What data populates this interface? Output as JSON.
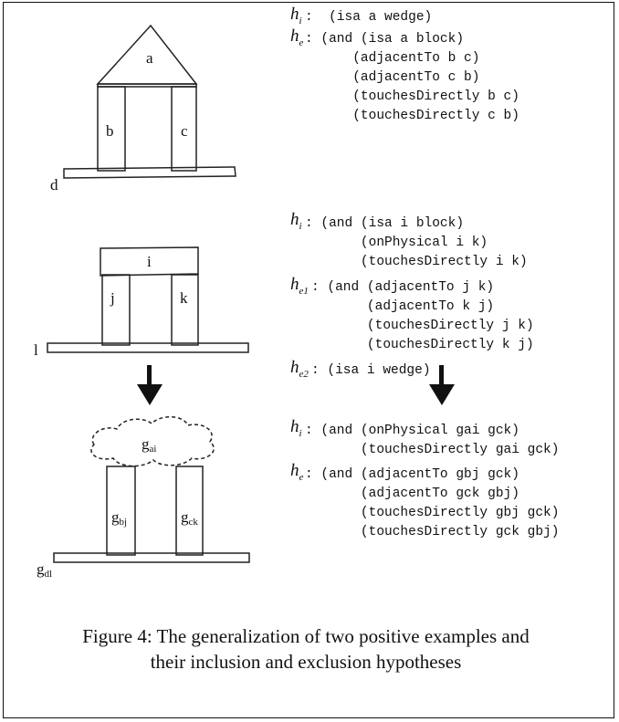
{
  "ex1": {
    "labels": {
      "a": "a",
      "b": "b",
      "c": "c",
      "d": "d"
    },
    "hi_label": "h",
    "hi_sub": "i",
    "hi_text": ":  (isa a wedge)",
    "he_label": "h",
    "he_sub": "e",
    "he_lines": [
      ": (and (isa a block)",
      "      (adjacentTo b c)",
      "      (adjacentTo c b)",
      "      (touchesDirectly b c)",
      "      (touchesDirectly c b)"
    ]
  },
  "ex2": {
    "labels": {
      "i": "i",
      "j": "j",
      "k": "k",
      "l": "l"
    },
    "hi_label": "h",
    "hi_sub": "i",
    "hi_lines": [
      ": (and (isa i block)",
      "       (onPhysical i k)",
      "       (touchesDirectly i k)"
    ],
    "he1_label": "h",
    "he1_sub": "e1",
    "he1_lines": [
      ": (and (adjacentTo j k)",
      "       (adjacentTo k j)",
      "       (touchesDirectly j k)",
      "       (touchesDirectly k j)"
    ],
    "he2_label": "h",
    "he2_sub": "e2",
    "he2_text": ": (isa i wedge)"
  },
  "gen": {
    "labels": {
      "gai": "g",
      "gai_sub": "ai",
      "gbj": "g",
      "gbj_sub": "bj",
      "gck": "g",
      "gck_sub": "ck",
      "gdl": "g",
      "gdl_sub": "dl"
    },
    "hi_label": "h",
    "hi_sub": "i",
    "hi_lines": [
      ": (and (onPhysical gai gck)",
      "       (touchesDirectly gai gck)"
    ],
    "he_label": "h",
    "he_sub": "e",
    "he_lines": [
      ": (and (adjacentTo gbj gck)",
      "       (adjacentTo gck gbj)",
      "       (touchesDirectly gbj gck)",
      "       (touchesDirectly gck gbj)"
    ]
  },
  "caption": {
    "line1": "Figure 4:  The generalization of two positive examples and",
    "line2": "their inclusion and exclusion hypotheses"
  }
}
